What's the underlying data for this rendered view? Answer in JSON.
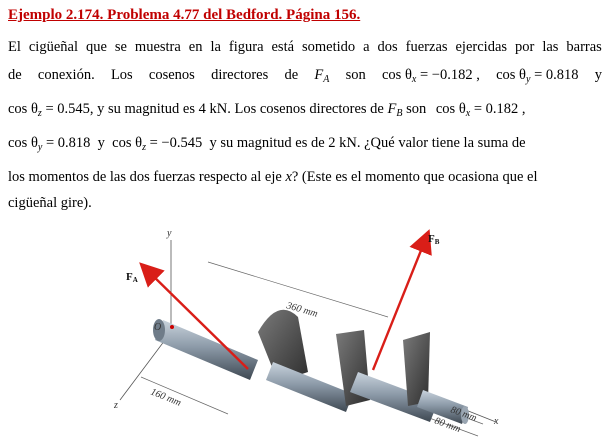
{
  "title": "Ejemplo 2.174. Problema 4.77 del Bedford. Página 156.",
  "paragraph": {
    "line1": [
      "El",
      "cigüeñal",
      "que",
      "se",
      "muestra",
      "en",
      "la",
      "figura",
      "está",
      "sometido",
      "a",
      "dos",
      "fuerzas",
      "ejercidas",
      "por",
      "las",
      "barras"
    ],
    "line2": {
      "w1": "de",
      "w2": "conexión.",
      "w3": "Los",
      "w4": "cosenos",
      "w5": "directores",
      "w6": "de",
      "fa": "F",
      "fa_sub": "A",
      "w7": "son",
      "eq1_lhs": "cos θ",
      "eq1_sub": "x",
      "eq1_rhs": "= −0.182 ,",
      "eq2_lhs": "cos θ",
      "eq2_sub": "y",
      "eq2_rhs": "= 0.818",
      "w8": "y"
    },
    "line3": {
      "eq3_lhs": "cos θ",
      "eq3_sub": "z",
      "eq3_rhs": "= 0.545",
      "t1": ", y su magnitud es 4 kN. Los cosenos directores de",
      "fb": "F",
      "fb_sub": "B",
      "t2": "son",
      "eq4_lhs": "cos θ",
      "eq4_sub": "x",
      "eq4_rhs": "= 0.182 ,"
    },
    "line4": {
      "eq5_lhs": "cos θ",
      "eq5_sub": "y",
      "eq5_rhs": "= 0.818",
      "t1": "y",
      "eq6_lhs": "cos θ",
      "eq6_sub": "z",
      "eq6_rhs": "= −0.545",
      "t2": "y su magnitud es de 2 kN. ¿Qué valor tiene la suma de"
    },
    "line5": {
      "t1": "los momentos de las dos fuerzas respecto al eje",
      "x": "x",
      "t2": "? (Este es el momento que ocasiona que el"
    },
    "line6": "cigüeñal gire)."
  },
  "figure": {
    "labels": {
      "y_axis": "y",
      "x_axis": "x",
      "z_axis": "z",
      "origin": "O",
      "force_a": "F",
      "force_a_sub": "A",
      "force_b": "F",
      "force_b_sub": "B",
      "dim_360": "360 mm",
      "dim_160": "160 mm",
      "dim_80a": "80 mm",
      "dim_80b": "80 mm"
    },
    "colors": {
      "force_arrow": "#d91e18",
      "shaft": "#8c9aa8",
      "crank": "#4a4a4a"
    }
  }
}
